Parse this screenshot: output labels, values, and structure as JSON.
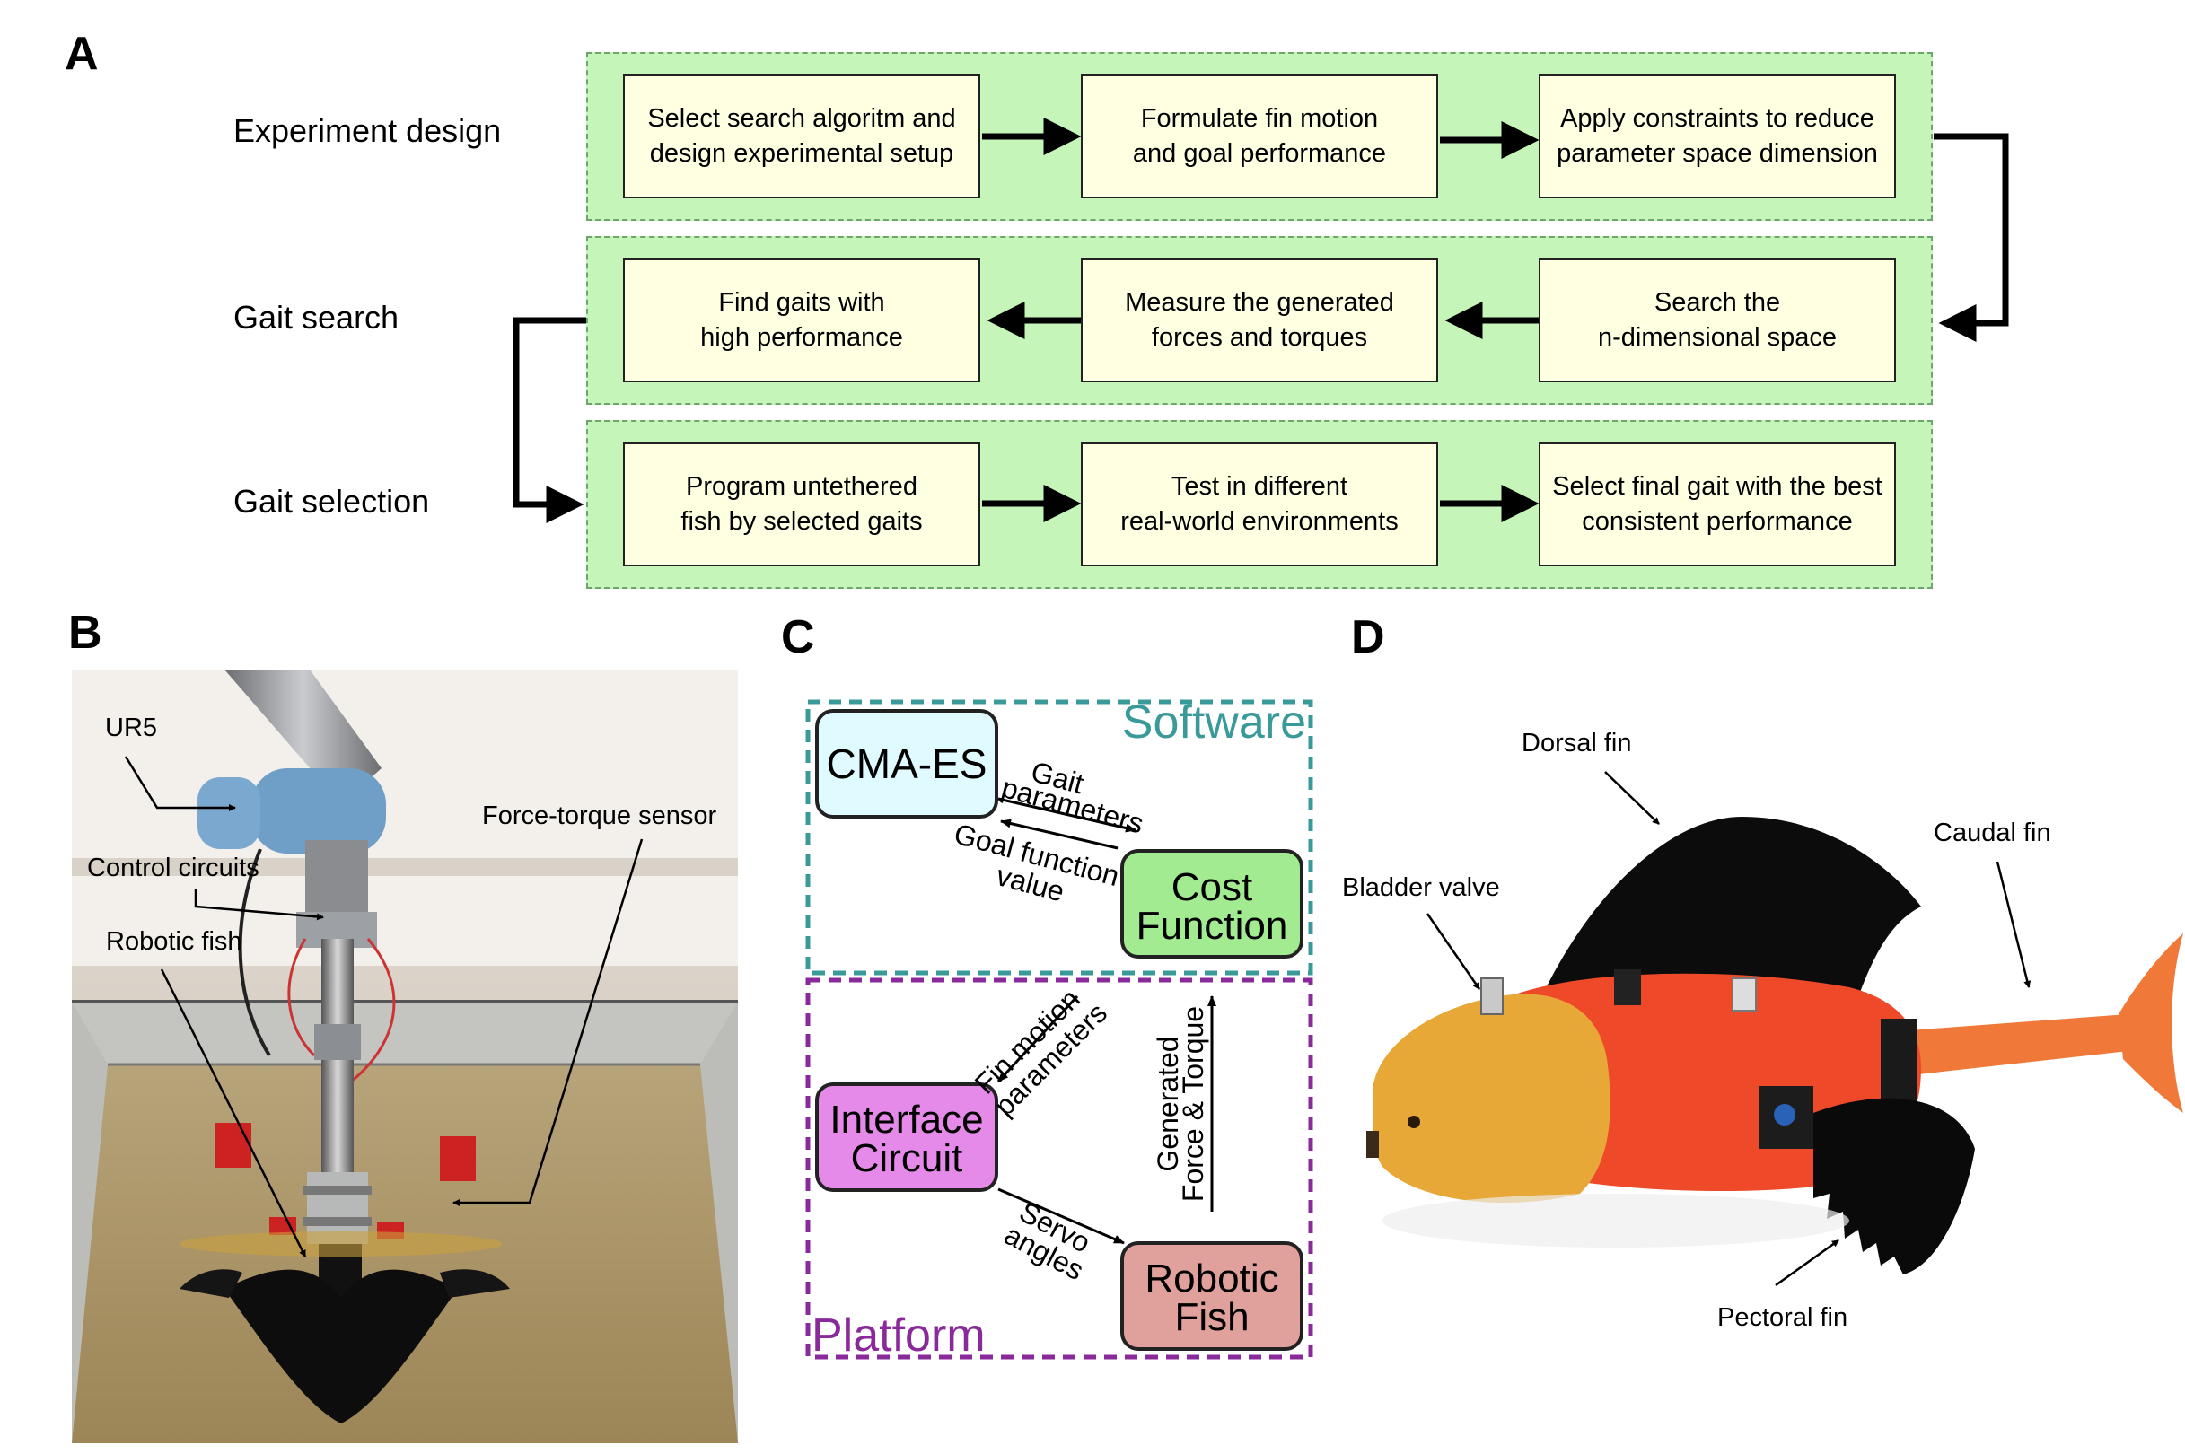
{
  "panels": {
    "a": "A",
    "b": "B",
    "c": "C",
    "d": "D"
  },
  "workflow": {
    "rows": [
      {
        "label": "Experiment design",
        "steps": [
          "Select search algoritm and\ndesign experimental setup",
          "Formulate fin motion\nand goal performance",
          "Apply constraints to reduce\nparameter space dimension"
        ]
      },
      {
        "label": "Gait search",
        "steps": [
          "Find gaits with\nhigh performance",
          "Measure the generated\nforces and torques",
          "Search the\nn-dimensional space"
        ]
      },
      {
        "label": "Gait selection",
        "steps": [
          "Program untethered\nfish by selected gaits",
          "Test in different\nreal-world environments",
          "Select final gait with the best\nconsistent performance"
        ]
      }
    ]
  },
  "setup_photo": {
    "labels": {
      "ur5": "UR5",
      "control": "Control circuits",
      "fish": "Robotic fish",
      "sensor": "Force-torque sensor"
    }
  },
  "architecture": {
    "software_label": "Software",
    "platform_label": "Platform",
    "cmaes": "CMA-ES",
    "cost_line1": "Cost",
    "cost_line2": "Function",
    "interface_line1": "Interface",
    "interface_line2": "Circuit",
    "fish_line1": "Robotic",
    "fish_line2": "Fish",
    "gait_params_line1": "Gait",
    "gait_params_line2": "parameters",
    "goal_line1": "Goal function",
    "goal_line2": "value",
    "fin_line1": "Fin motion",
    "fin_line2": "parameters",
    "servo_line1": "Servo",
    "servo_line2": "angles",
    "force_line1": "Generated",
    "force_line2": "Force & Torque",
    "colors": {
      "software": "#3a9a9a",
      "platform": "#8a2a9a",
      "cmaes": "#e0fbff",
      "cost": "#a2eb90",
      "interface": "#e58ae8",
      "fish": "#e0a09c"
    }
  },
  "fish_photo": {
    "labels": {
      "dorsal": "Dorsal fin",
      "caudal": "Caudal fin",
      "bladder": "Bladder valve",
      "pectoral": "Pectoral fin"
    }
  }
}
